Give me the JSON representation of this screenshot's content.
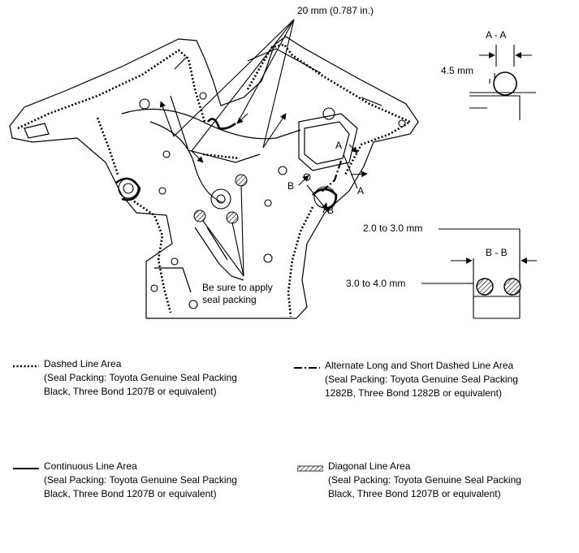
{
  "callouts": {
    "twenty_mm": "20 mm (0.787 in.)",
    "be_sure_line1": "Be sure to apply",
    "be_sure_line2": "seal packing",
    "mark_a": "A",
    "mark_b": "B"
  },
  "section_aa": {
    "title": "A - A",
    "dimension": "4.5 mm"
  },
  "section_bb": {
    "title": "B - B",
    "dim_top": "2.0 to 3.0 mm",
    "dim_bottom": "3.0 to 4.0 mm"
  },
  "legend": [
    {
      "title": "Dashed Line Area",
      "line1": "(Seal Packing: Toyota Genuine Seal Packing",
      "line2": "Black, Three Bond 1207B or equivalent)",
      "style": "dashed"
    },
    {
      "title": "Alternate Long and Short Dashed Line Area",
      "line1": "(Seal Packing: Toyota Genuine Seal Packing",
      "line2": "1282B, Three Bond 1282B or equivalent)",
      "style": "dash-dot"
    },
    {
      "title": "Continuous Line Area",
      "line1": "(Seal Packing: Toyota Genuine Seal Packing",
      "line2": "Black, Three Bond 1207B or equivalent)",
      "style": "solid"
    },
    {
      "title": "Diagonal Line Area",
      "line1": "(Seal Packing: Toyota Genuine Seal Packing",
      "line2": "Black, Three Bond 1207B or equivalent)",
      "style": "hatched"
    }
  ]
}
